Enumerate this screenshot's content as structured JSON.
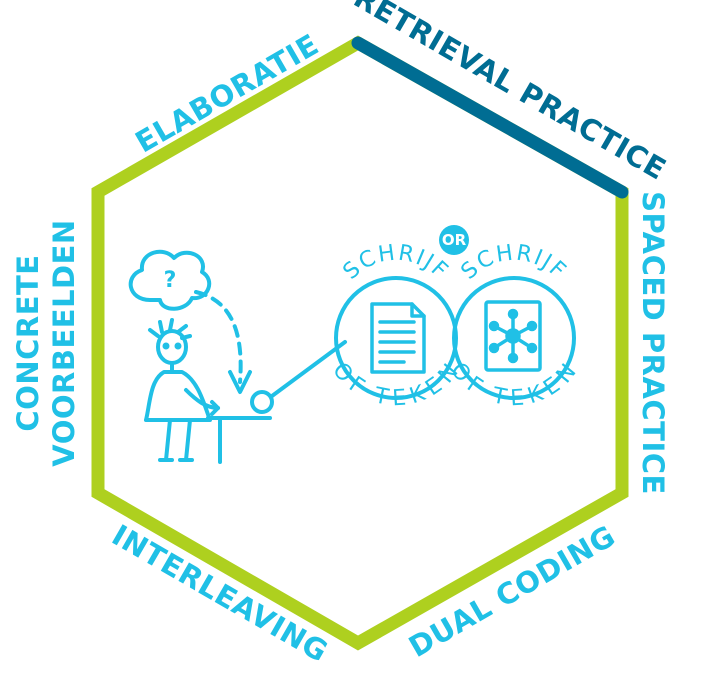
{
  "colors": {
    "hexagon_stroke": "#aed01f",
    "highlight_side": "#006d93",
    "accent": "#20c0e6",
    "background": "#ffffff"
  },
  "sides": {
    "top_left": "ELABORATIE",
    "top_right": "RETRIEVAL PRACTICE",
    "right": "SPACED PRACTICE",
    "bottom_right": "DUAL CODING",
    "bottom_left": "INTERLEAVING",
    "left_line1": "CONCRETE",
    "left_line2": "VOORBEELDEN"
  },
  "highlighted_side": "top_right",
  "center": {
    "thought_symbol": "?",
    "or_badge": "OR",
    "circle_left": {
      "top_text": "SCHRIJF",
      "bottom_text": "OF TEKEN",
      "icon": "document-icon"
    },
    "circle_right": {
      "top_text": "SCHRIJF",
      "bottom_text": "OF TEKEN",
      "icon": "mind-map-icon"
    }
  }
}
